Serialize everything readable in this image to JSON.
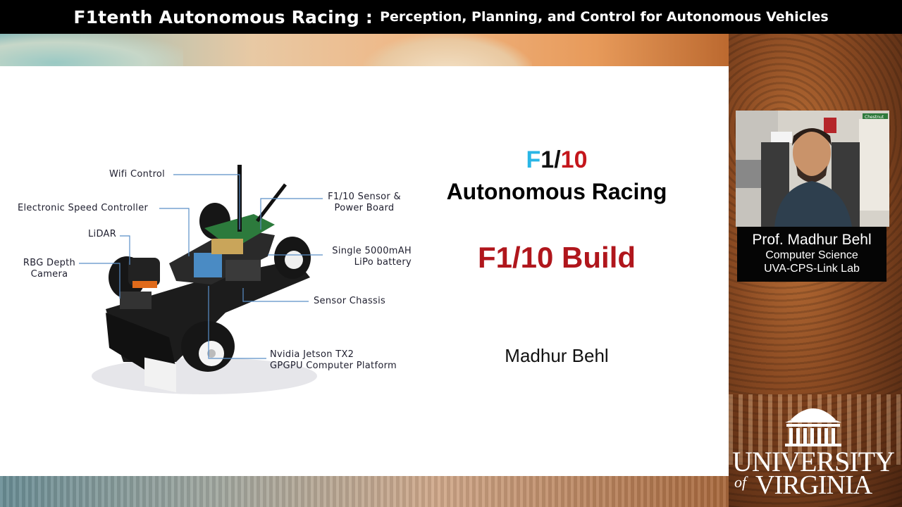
{
  "header": {
    "title_main": "F1tenth Autonomous Racing :",
    "title_sub": "Perception, Planning, and Control for Autonomous Vehicles"
  },
  "slide": {
    "brand": {
      "f": "F",
      "one": "1/",
      "ten": "10"
    },
    "subtitle": "Autonomous Racing",
    "heading": "F1/10 Build",
    "author": "Madhur Behl",
    "labels": {
      "wifi": "Wifi Control",
      "esc": "Electronic Speed Controller",
      "lidar": "LiDAR",
      "camera_1": "RBG Depth",
      "camera_2": "Camera",
      "sensor_board_1": "F1/10 Sensor &",
      "sensor_board_2": "Power Board",
      "battery_1": "Single 5000mAH",
      "battery_2": "LiPo battery",
      "chassis": "Sensor Chassis",
      "jetson_1": "Nvidia Jetson TX2",
      "jetson_2": "GPGPU Computer Platform"
    }
  },
  "speaker": {
    "name": "Prof.  Madhur Behl",
    "dept": "Computer Science",
    "lab": "UVA-CPS-Link Lab"
  },
  "webcam": {
    "sign": "Chestnut"
  },
  "logo": {
    "line1": "UNIVERSITY",
    "of": "of",
    "line2": "VIRGINIA"
  },
  "colors": {
    "brand_blue": "#29b6e6",
    "brand_red": "#c4161c",
    "heading_red": "#b0161c",
    "callout_line": "#5a8fc8"
  }
}
